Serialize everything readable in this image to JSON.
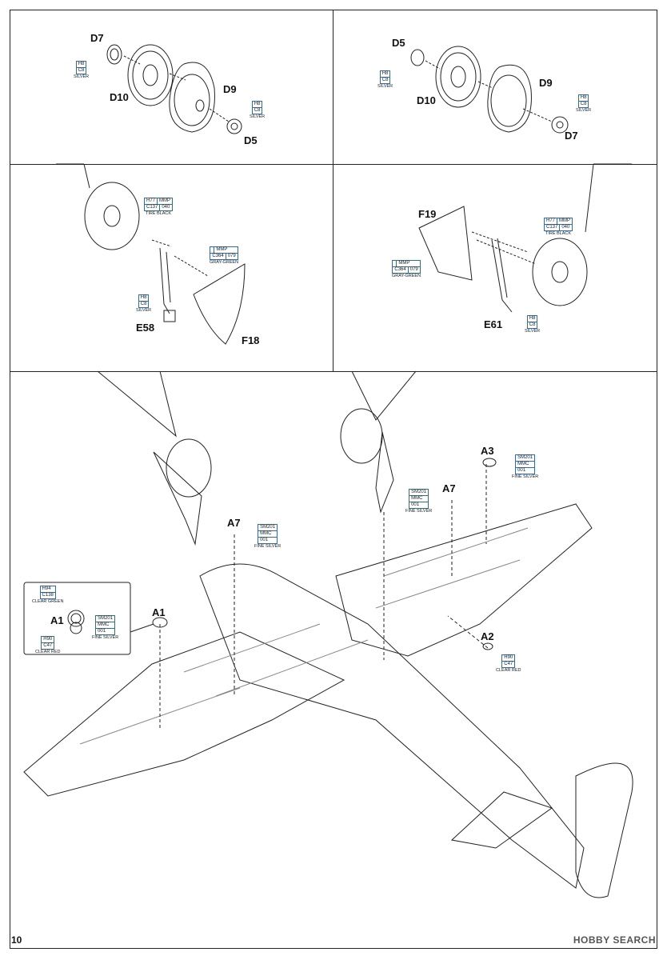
{
  "page_number": "10",
  "watermark": "HOBBY SEARCH",
  "panels": {
    "top_left": {
      "parts": [
        "D7",
        "D10",
        "D9",
        "D5"
      ],
      "paints": [
        {
          "codes": [
            [
              "H8"
            ],
            [
              "C8"
            ]
          ],
          "name": "SILVER"
        },
        {
          "codes": [
            [
              "H8"
            ],
            [
              "C8"
            ]
          ],
          "name": "SILVER"
        }
      ]
    },
    "top_right": {
      "parts": [
        "D5",
        "D10",
        "D9",
        "D7"
      ],
      "paints": [
        {
          "codes": [
            [
              "H8"
            ],
            [
              "C8"
            ]
          ],
          "name": "SILVER"
        },
        {
          "codes": [
            [
              "H8"
            ],
            [
              "C8"
            ]
          ],
          "name": "SILVER"
        }
      ]
    },
    "mid_left": {
      "parts": [
        "E58",
        "F18"
      ],
      "paints": [
        {
          "codes": [
            [
              "H77",
              "MMP"
            ],
            [
              "C137",
              "040"
            ]
          ],
          "name": "TIRE BLACK"
        },
        {
          "codes": [
            [
              "",
              "MMP"
            ],
            [
              "C364",
              "079"
            ]
          ],
          "name": "GRAY-GREEN"
        },
        {
          "codes": [
            [
              "H8"
            ],
            [
              "C8"
            ]
          ],
          "name": "SILVER"
        }
      ]
    },
    "mid_right": {
      "parts": [
        "F19",
        "E61"
      ],
      "paints": [
        {
          "codes": [
            [
              "H77",
              "MMP"
            ],
            [
              "C137",
              "040"
            ]
          ],
          "name": "TIRE BLACK"
        },
        {
          "codes": [
            [
              "",
              "MMP"
            ],
            [
              "C364",
              "079"
            ]
          ],
          "name": "GRAY-GREEN"
        },
        {
          "codes": [
            [
              "H8"
            ],
            [
              "C8"
            ]
          ],
          "name": "SILVER"
        }
      ]
    },
    "main": {
      "parts": [
        "A3",
        "A7",
        "A7",
        "A1",
        "A1",
        "A2"
      ],
      "paints": [
        {
          "codes": [
            [
              "SM201"
            ],
            [
              "MMC"
            ],
            [
              "001"
            ]
          ],
          "name": "FINE SILVER"
        },
        {
          "codes": [
            [
              "SM201"
            ],
            [
              "MMC"
            ],
            [
              "001"
            ]
          ],
          "name": "FINE SILVER"
        },
        {
          "codes": [
            [
              "SM201"
            ],
            [
              "MMC"
            ],
            [
              "001"
            ]
          ],
          "name": "FINE SILVER"
        },
        {
          "codes": [
            [
              "H94"
            ],
            [
              "C138"
            ]
          ],
          "name": "CLEAR GREEN"
        },
        {
          "codes": [
            [
              "SM201"
            ],
            [
              "MMC"
            ],
            [
              "001"
            ]
          ],
          "name": "FINE SILVER"
        },
        {
          "codes": [
            [
              "H90"
            ],
            [
              "C47"
            ]
          ],
          "name": "CLEAR RED"
        },
        {
          "codes": [
            [
              "H90"
            ],
            [
              "C47"
            ]
          ],
          "name": "CLEAR RED"
        }
      ]
    }
  }
}
